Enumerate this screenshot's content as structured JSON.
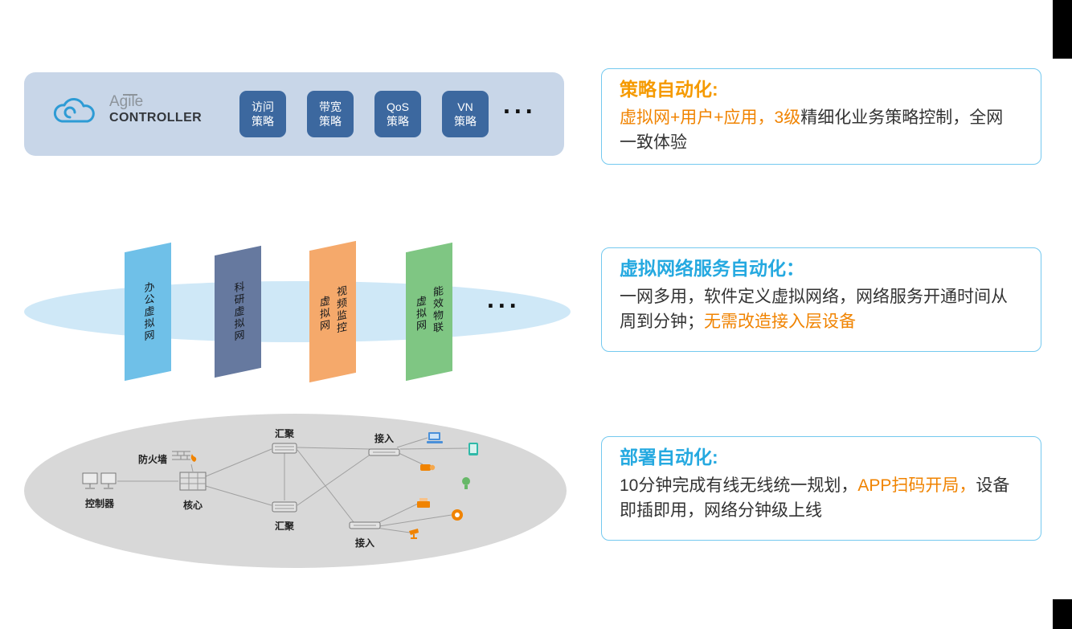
{
  "controller_panel": {
    "brand_line1": "Agile",
    "brand_line2": "CONTROLLER",
    "panel_color": "#c8d6e8",
    "button_color": "#3c689f",
    "policies": [
      {
        "line1": "访问",
        "line2": "策略"
      },
      {
        "line1": "带宽",
        "line2": "策略"
      },
      {
        "line1": "QoS",
        "line2": "策略"
      },
      {
        "line1": "VN",
        "line2": "策略"
      }
    ],
    "ellipsis": "..."
  },
  "virtual_network_layer": {
    "ellipse_color": "#cfe8f7",
    "planes": [
      {
        "name": "办公虚拟网",
        "col_right": "办公虚拟网",
        "col_left": "",
        "color": "#6fc0e8"
      },
      {
        "name": "科研虚拟网",
        "col_right": "科研虚拟网",
        "col_left": "",
        "color": "#66799f"
      },
      {
        "name": "视频监控虚拟网",
        "col_right": "视频监控",
        "col_left": "虚拟网",
        "color": "#f5a96b"
      },
      {
        "name": "能效物联虚拟网",
        "col_right": "能效物联",
        "col_left": "虚拟网",
        "color": "#7fc683"
      }
    ],
    "ellipsis": "..."
  },
  "physical_network": {
    "ellipse_color": "#d8d8d8",
    "labels": {
      "firewall": "防火墙",
      "controller": "控制器",
      "core": "核心",
      "agg_top": "汇聚",
      "agg_bottom": "汇聚",
      "access_top": "接入",
      "access_bottom": "接入"
    },
    "device_icons": [
      "laptop",
      "tablet",
      "ip-camera",
      "bulb",
      "printer",
      "fan",
      "cctv-camera"
    ]
  },
  "callouts": [
    {
      "title": "策略自动化:",
      "title_color": "#f59a00",
      "segments": [
        {
          "text": "虚拟网+用户+应用，3级",
          "emphasis": true
        },
        {
          "text": "精细化业务策略控制，全网一致体验",
          "emphasis": false
        }
      ]
    },
    {
      "title": "虚拟网络服务自动化：",
      "title_color": "#25a9e0",
      "segments": [
        {
          "text": "一网多用，软件定义虚拟网络，网络服务开通时间从周到分钟；",
          "emphasis": false
        },
        {
          "text": "无需改造接入层设备",
          "emphasis": true
        }
      ]
    },
    {
      "title": "部署自动化:",
      "title_color": "#25a9e0",
      "segments": [
        {
          "text": "10分钟完成有线无线统一规划，",
          "emphasis": false
        },
        {
          "text": "APP扫码开局，",
          "emphasis": true
        },
        {
          "text": "设备即插即用，网络分钟级上线",
          "emphasis": false
        }
      ]
    }
  ],
  "colors": {
    "emphasis_orange": "#f08300",
    "body_text": "#333333",
    "callout_border": "#74c9ef",
    "corner_bar": "#000000"
  }
}
